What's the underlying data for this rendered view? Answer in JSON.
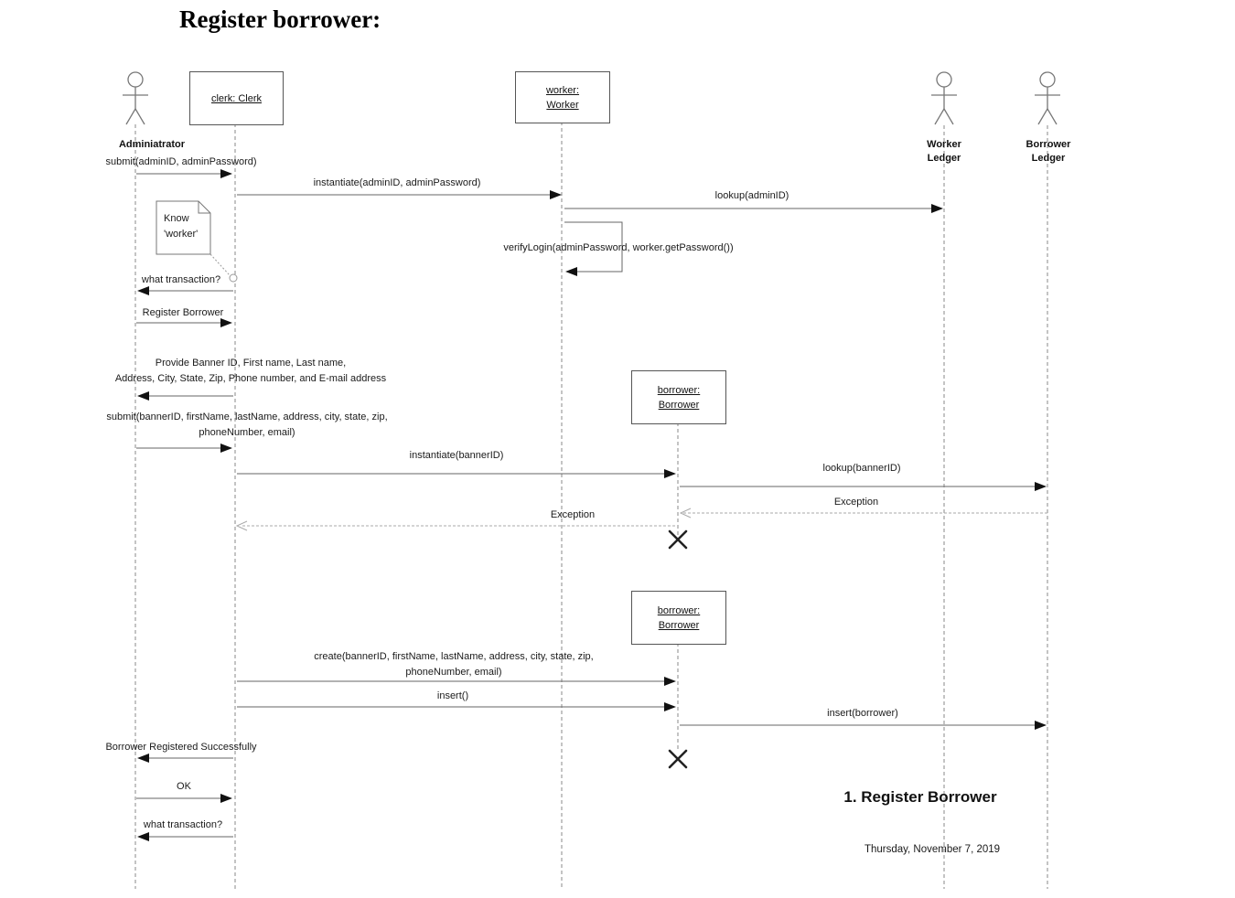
{
  "title": "Register borrower:",
  "actors": {
    "administrator": "Adminiatrator",
    "worker_ledger": "Worker\nLedger",
    "borrower_ledger": "Borrower\nLedger"
  },
  "objects": {
    "clerk": "clerk: Clerk",
    "worker": "worker:\nWorker",
    "borrower1": "borrower:\nBorrower",
    "borrower2": "borrower:\nBorrower"
  },
  "note": "Know\n'worker'",
  "messages": {
    "submit_admin": "submit(adminID, adminPassword)",
    "instantiate_admin": "instantiate(adminID, adminPassword)",
    "lookup_admin": "lookup(adminID)",
    "verify_login": "verifyLogin(adminPassword, worker.getPassword())",
    "what_transaction_1": "what transaction?",
    "register_borrower": "Register Borrower",
    "provide_info": "Provide Banner ID, First name, Last name,\nAddress, City, State, Zip, Phone number, and E-mail address",
    "submit_borrower": "submit(bannerID, firstName, lastName, address, city, state, zip,\nphoneNumber, email)",
    "instantiate_borrower": "instantiate(bannerID)",
    "lookup_banner": "lookup(bannerID)",
    "exception_to_borrower": "Exception",
    "exception_to_clerk": "Exception",
    "create_borrower": "create(bannerID, firstName, lastName, address, city, state, zip,\nphoneNumber, email)",
    "insert_call": "insert()",
    "insert_borrower": "insert(borrower)",
    "registered_success": "Borrower Registered Successfully",
    "ok": "OK",
    "what_transaction_2": "what transaction?"
  },
  "footer": {
    "caption": "1. Register Borrower",
    "date": "Thursday, November 7, 2019"
  },
  "colors": {
    "message_line": "#666666",
    "arrowhead": "#111111",
    "lifeline": "#8a8a8a",
    "exception_line": "#aaaaaa",
    "text": "#1a1a1a"
  }
}
